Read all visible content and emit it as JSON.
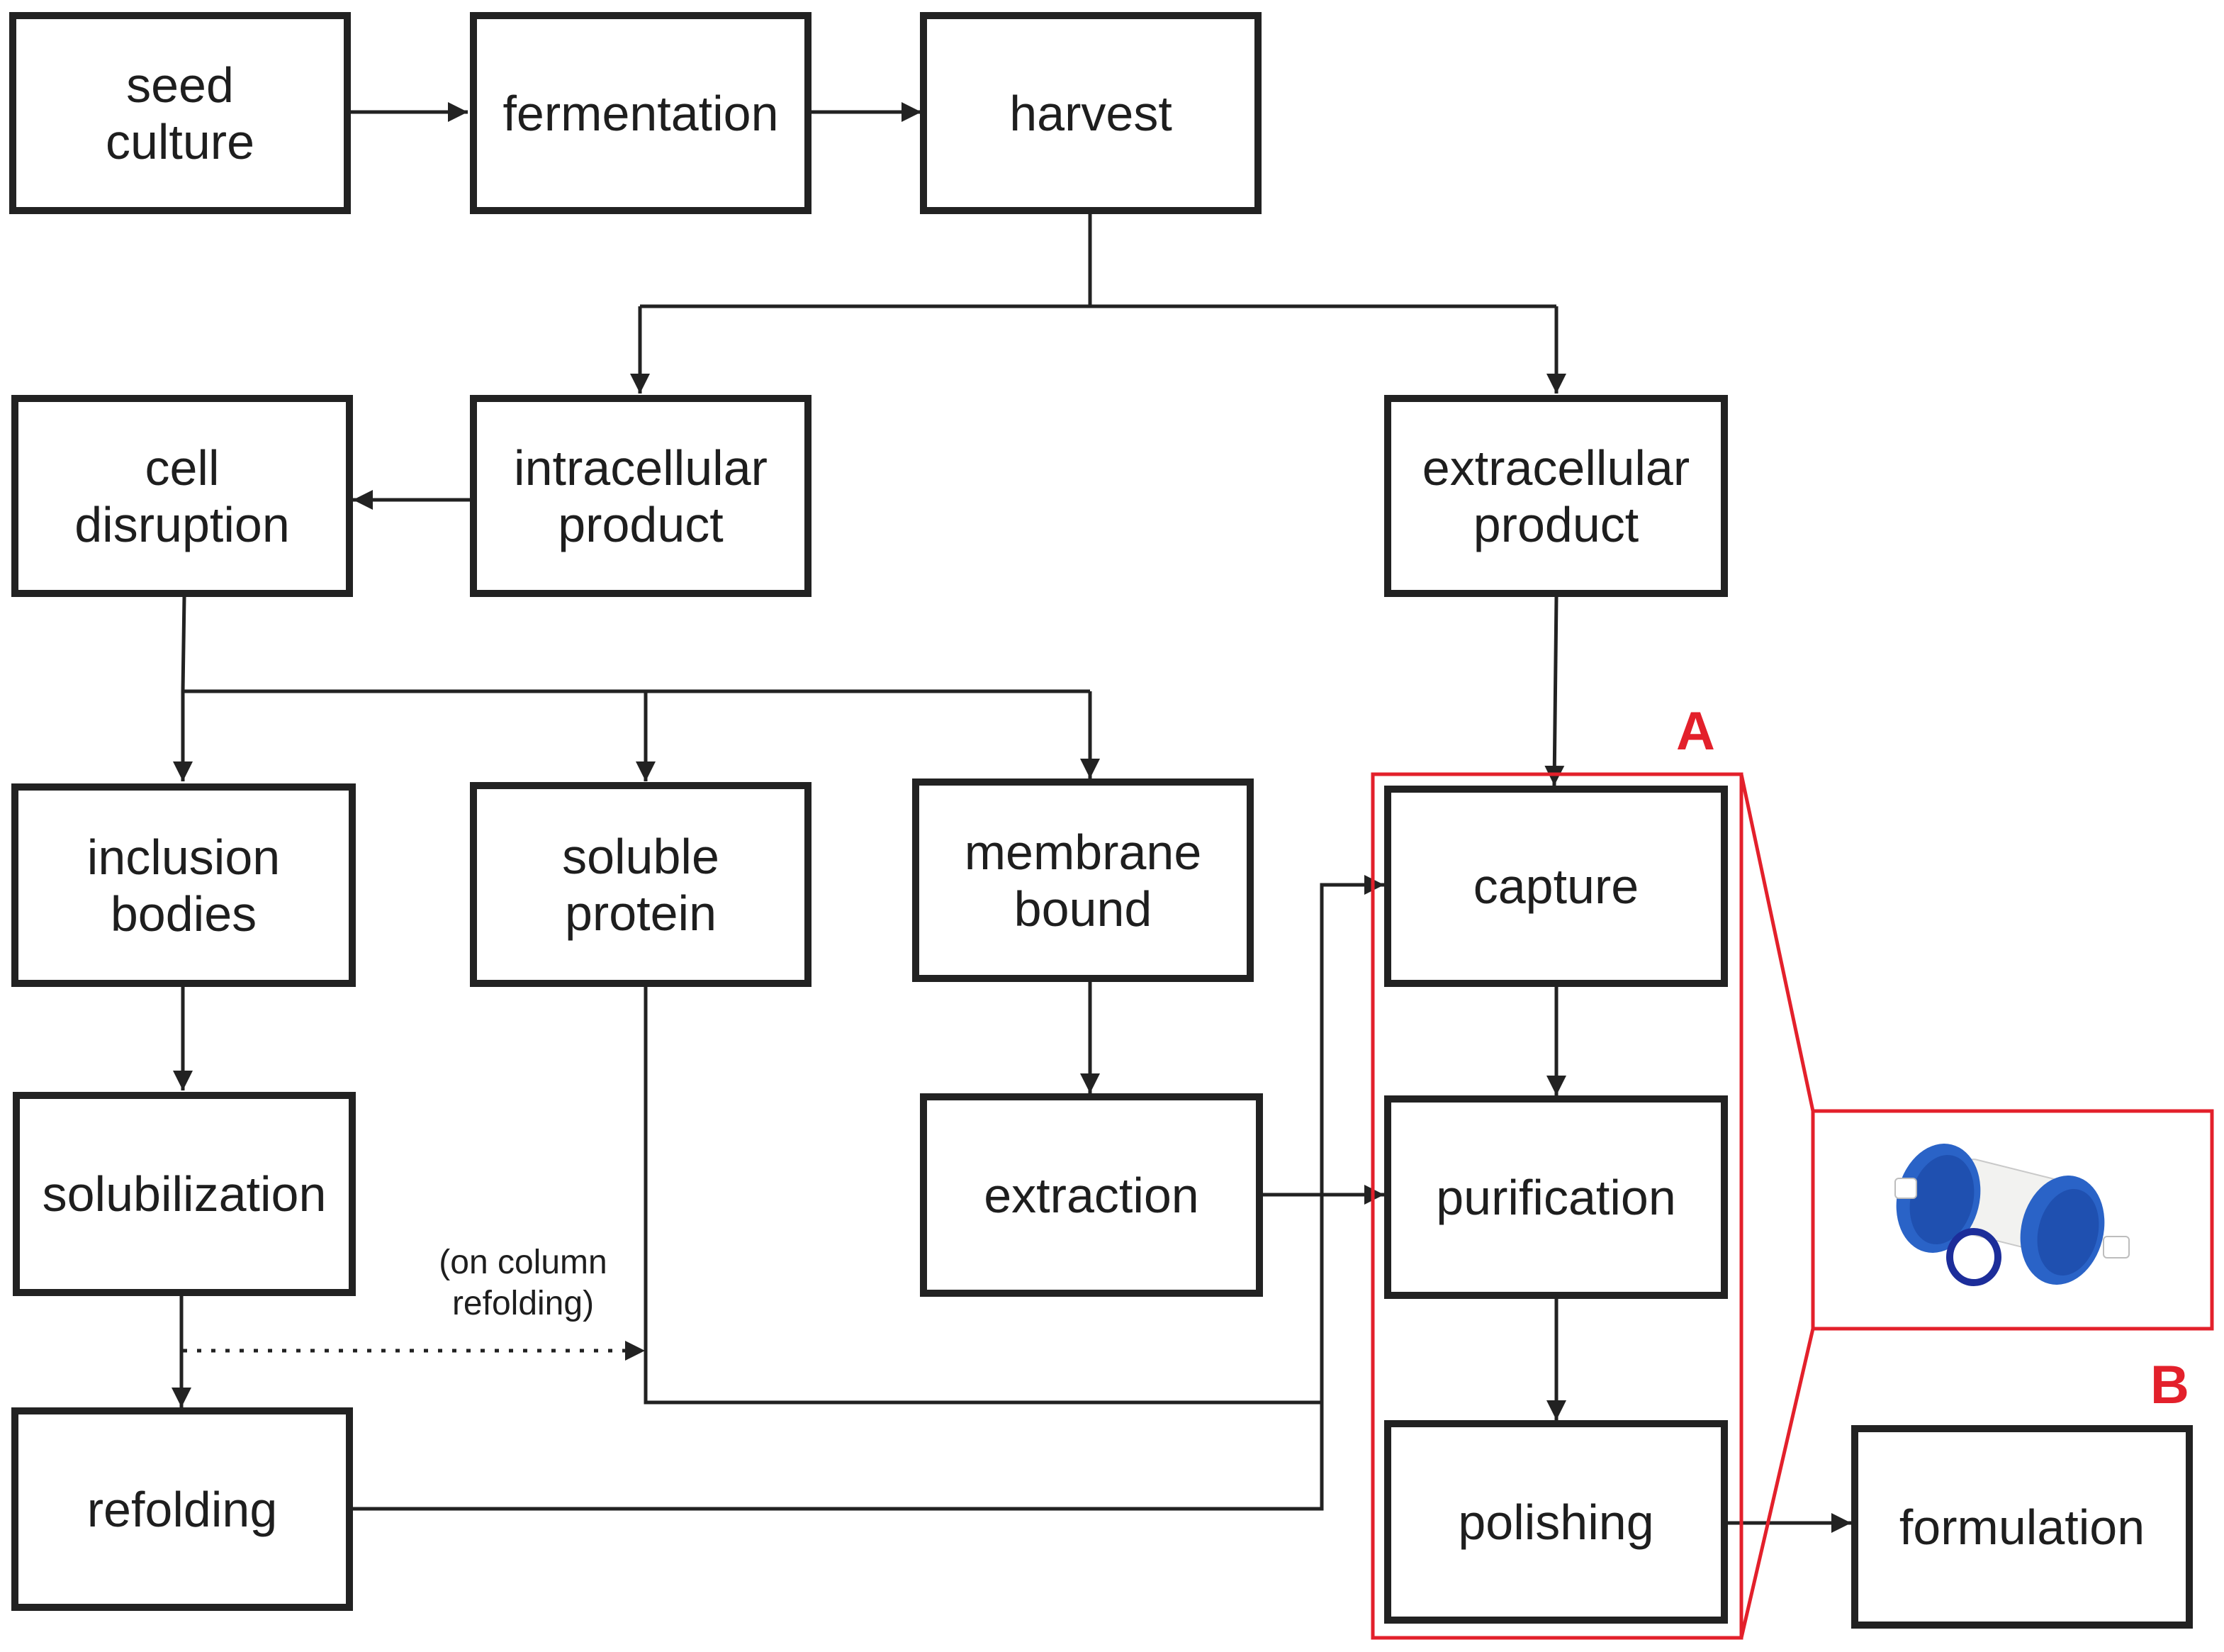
{
  "colors": {
    "line": "#222222",
    "highlight": "#e3202b",
    "column_body": "#2a63c7",
    "column_mid": "#f2f2f0"
  },
  "nodes": {
    "seed_culture": "seed\nculture",
    "fermentation": "fermentation",
    "harvest": "harvest",
    "cell_disruption": "cell\ndisruption",
    "intracellular_product": "intracellular\nproduct",
    "extracellular_product": "extracellular\nproduct",
    "inclusion_bodies": "inclusion\nbodies",
    "soluble_protein": "soluble\nprotein",
    "membrane_bound": "membrane\nbound",
    "capture": "capture",
    "solubilization": "solubilization",
    "extraction": "extraction",
    "purification": "purification",
    "refolding": "refolding",
    "polishing": "polishing",
    "formulation": "formulation"
  },
  "annotation": {
    "on_column_refolding": "(on column\nrefolding)"
  },
  "section_labels": {
    "a": "A",
    "b": "B"
  },
  "image": {
    "icon": "chromatography-column-icon"
  }
}
